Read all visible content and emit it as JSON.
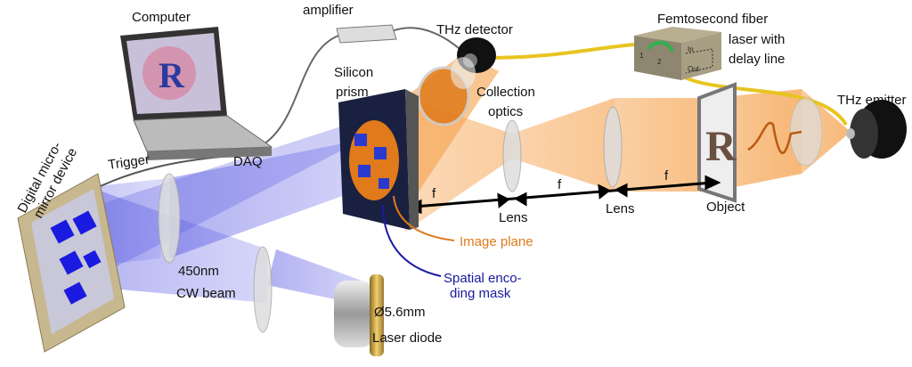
{
  "labels": {
    "computer": "Computer",
    "amplifier": "amplifier",
    "thz_detector": "THz detector",
    "laser_line1": "Femtosecond fiber",
    "laser_line2": "laser with",
    "laser_line3": "delay line",
    "laser_in": "In",
    "laser_out": "Out",
    "port1": "1",
    "port2": "2",
    "thz_emitter": "THz emitter",
    "prism_line1": "Silicon",
    "prism_line2": "prism",
    "collection_line1": "Collection",
    "collection_line2": "optics",
    "trigger": "Trigger",
    "daq": "DAQ",
    "dmd_line1": "Digital micro-",
    "dmd_line2": "mirror device",
    "focal": "f",
    "lens": "Lens",
    "object": "Object",
    "object_letter": "R",
    "image_plane": "Image plane",
    "mask_line1": "Spatial enco-",
    "mask_line2": "ding mask",
    "beam_line1": "450nm",
    "beam_line2": "CW beam",
    "diode_line1": "Ø5.6mm",
    "diode_line2": "Laser diode",
    "screen_letter": "R"
  },
  "colors": {
    "thz_beam": "#f5a04a",
    "blue_beam": "#6a6ae8",
    "fiber": "#e8c420",
    "image_plane": "#e07a1a",
    "mask_label": "#1a1aa0"
  }
}
